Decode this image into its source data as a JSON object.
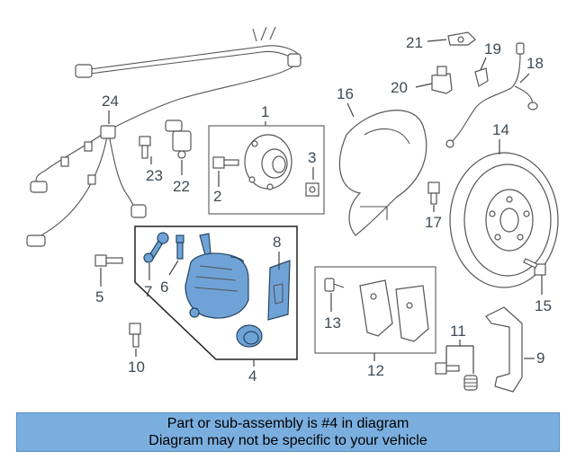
{
  "callouts": {
    "c1": "1",
    "c2": "2",
    "c3": "3",
    "c4": "4",
    "c5": "5",
    "c6": "6",
    "c7": "7",
    "c8": "8",
    "c9": "9",
    "c10": "10",
    "c11": "11",
    "c12": "12",
    "c13": "13",
    "c14": "14",
    "c15": "15",
    "c16": "16",
    "c17": "17",
    "c18": "18",
    "c19": "19",
    "c20": "20",
    "c21": "21",
    "c22": "22",
    "c23": "23",
    "c24": "24"
  },
  "highlight": {
    "part_number": "4",
    "color": "#6fa3d8"
  },
  "banner": {
    "line1": "Part or sub-assembly is #4 in diagram",
    "line2": "Diagram may not be specific to your vehicle",
    "background": "#7aaede"
  }
}
